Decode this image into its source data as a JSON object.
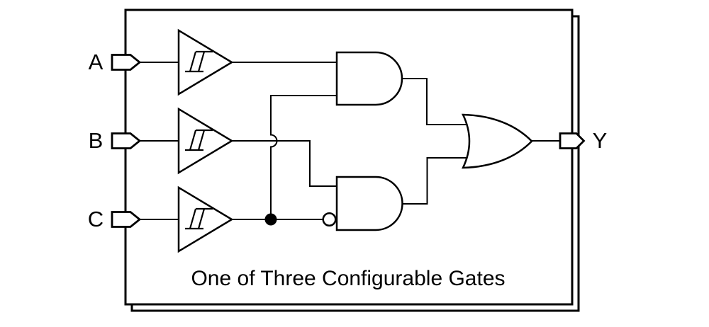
{
  "diagram": {
    "caption": "One of Three Configurable Gates",
    "inputs": [
      {
        "label": "A"
      },
      {
        "label": "B"
      },
      {
        "label": "C"
      }
    ],
    "output": {
      "label": "Y"
    },
    "colors": {
      "line": "#000000",
      "background": "#ffffff",
      "shape_fill": "#ffffff"
    },
    "components": [
      "schmitt-trigger-buffer-a",
      "schmitt-trigger-buffer-b",
      "schmitt-trigger-buffer-c",
      "and-gate-top",
      "and-gate-bottom-with-inverted-input",
      "or-gate",
      "wire-junction-dot",
      "wire-hop-crossing",
      "ic-package-outline-stacked"
    ]
  }
}
